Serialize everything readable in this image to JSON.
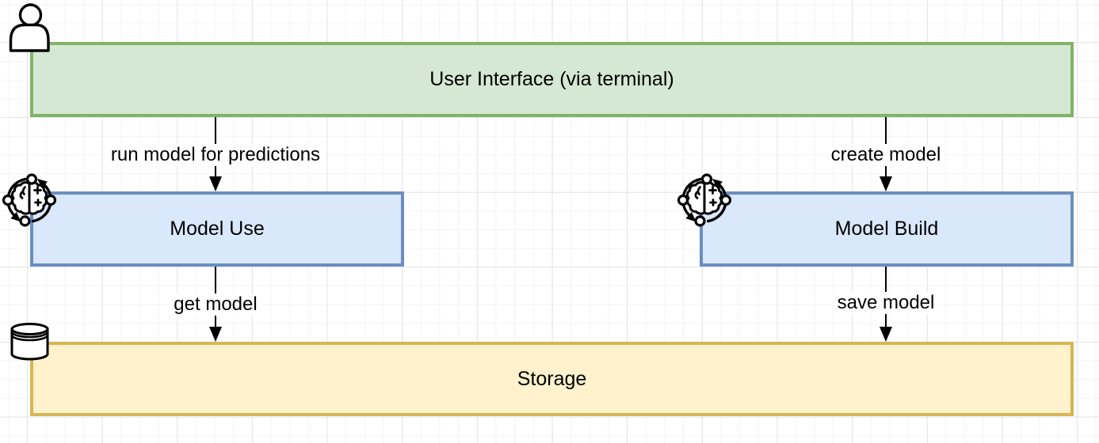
{
  "canvas": {
    "background": "#ffffff",
    "grid_major_color": "#e4e4e8",
    "grid_minor_color": "#f4f4f7"
  },
  "nodes": {
    "user_interface": {
      "label": "User Interface (via terminal)",
      "fill": "#d5e8d4",
      "stroke": "#82b366"
    },
    "model_use": {
      "label": "Model Use",
      "fill": "#dae8fc",
      "stroke": "#6c8ebf"
    },
    "model_build": {
      "label": "Model Build",
      "fill": "#dae8fc",
      "stroke": "#6c8ebf"
    },
    "storage": {
      "label": "Storage",
      "fill": "#fff2cc",
      "stroke": "#d6b656"
    }
  },
  "edges": {
    "run_model": {
      "label": "run model for predictions",
      "from": "user_interface",
      "to": "model_use"
    },
    "create_model": {
      "label": "create model",
      "from": "user_interface",
      "to": "model_build"
    },
    "get_model": {
      "label": "get model",
      "from": "model_use",
      "to": "storage"
    },
    "save_model": {
      "label": "save model",
      "from": "model_build",
      "to": "storage"
    }
  },
  "icons": {
    "person": "person-icon",
    "model_use_badge": "ai-brain-cycle-icon",
    "model_build_badge": "ai-brain-cycle-icon",
    "storage_badge": "database-icon"
  }
}
